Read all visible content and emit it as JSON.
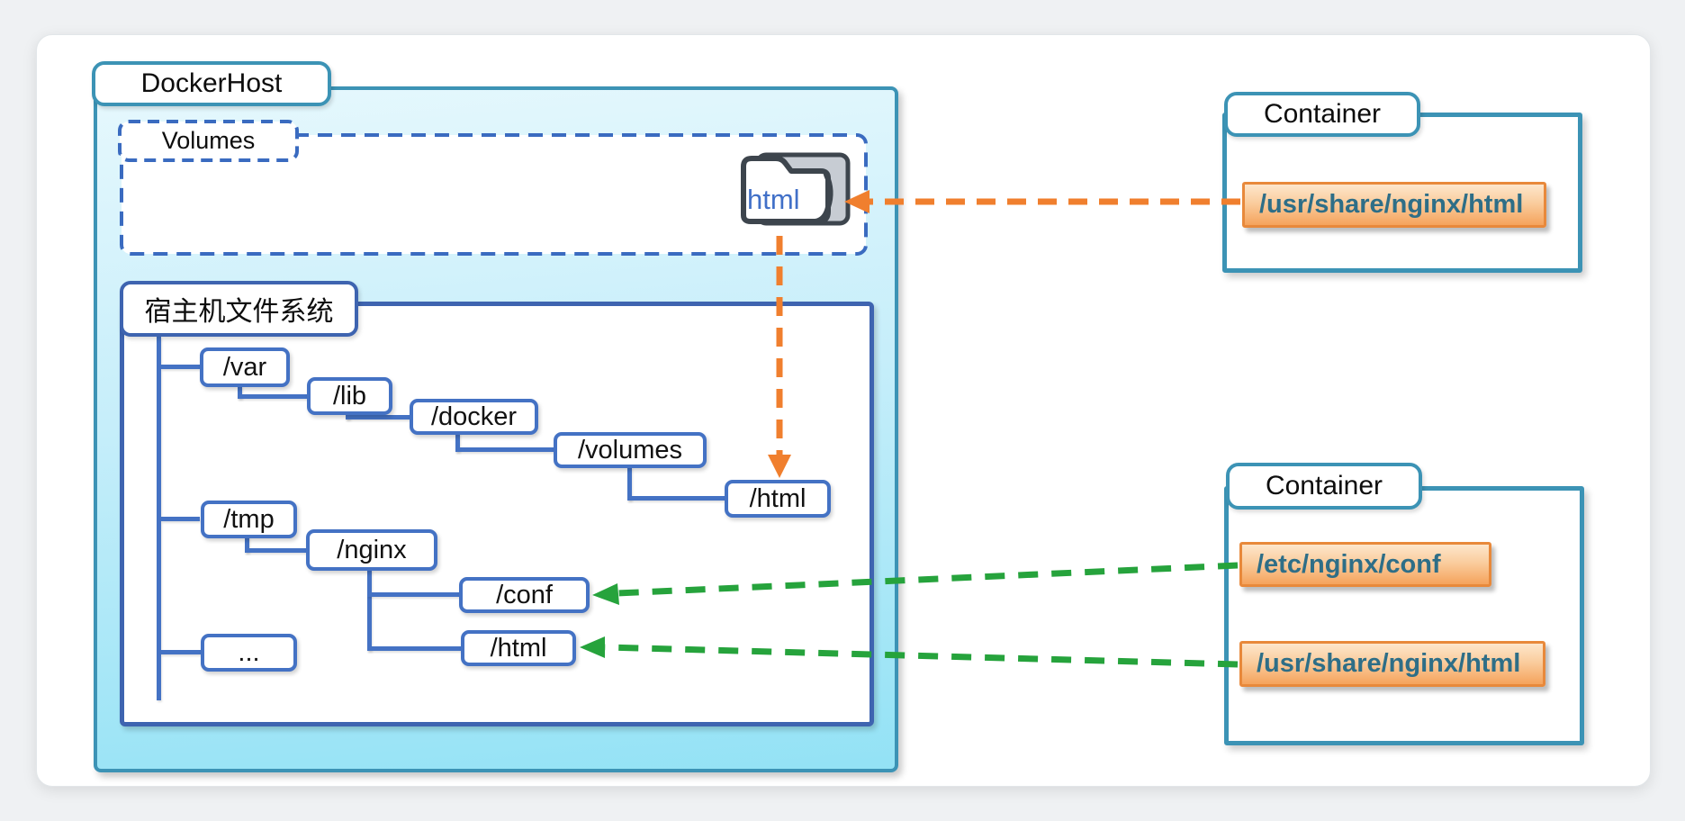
{
  "docker_host": {
    "label": "DockerHost"
  },
  "volumes": {
    "label": "Volumes"
  },
  "volume_folder": {
    "label": "html"
  },
  "host_fs": {
    "label": "宿主机文件系统",
    "nodes": {
      "var": "/var",
      "lib": "/lib",
      "docker": "/docker",
      "volumes": "/volumes",
      "volume_html": "/html",
      "tmp": "/tmp",
      "nginx": "/nginx",
      "conf": "/conf",
      "nginx_html": "/html",
      "ellipsis": "..."
    }
  },
  "containers": {
    "top": {
      "label": "Container",
      "mounts": [
        {
          "path": "/usr/share/nginx/html"
        }
      ]
    },
    "bottom": {
      "label": "Container",
      "mounts": [
        {
          "path": "/etc/nginx/conf"
        },
        {
          "path": "/usr/share/nginx/html"
        }
      ]
    }
  },
  "colors": {
    "teal_border": "#3c93b5",
    "tree_blue": "#4472c4",
    "dashed_blue": "#3a6bc0",
    "orange": "#f07f2e",
    "green": "#26a33c",
    "mount_text": "#2e6e87"
  }
}
